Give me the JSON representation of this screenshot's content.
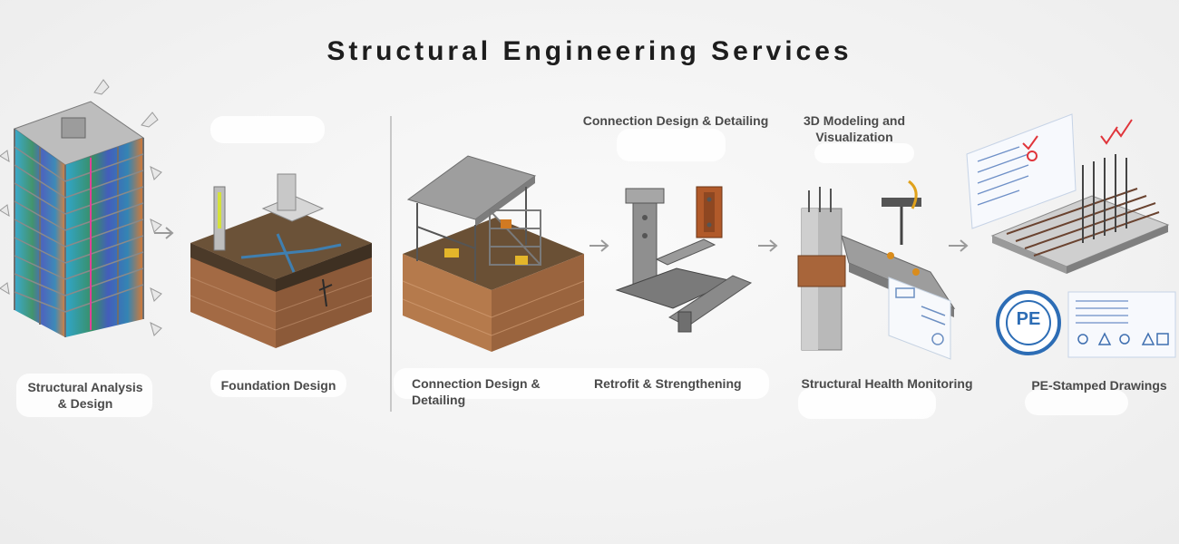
{
  "title": "Structural Engineering Services",
  "steps": [
    {
      "label_lines": [
        "Structural Analysis",
        "& Design"
      ],
      "icon": "building-analysis-icon"
    },
    {
      "label": "Foundation Design",
      "icon": "foundation-soil-icon"
    },
    {
      "label": "Connection Design & Detailing",
      "icon": "industrial-structure-icon"
    },
    {
      "label": "Retrofit & Strengthening",
      "icon": "steel-connection-icon"
    },
    {
      "label": "Structural Health Monitoring",
      "icon": "column-beam-monitoring-icon"
    },
    {
      "label": "PE-Stamped Drawings",
      "icon": "drawings-stamp-icon"
    }
  ],
  "top_labels": {
    "connection": "Connection Design & Detailing",
    "modeling_lines": [
      "3D Modeling and",
      "Visualization"
    ]
  },
  "stamp_text": "PE",
  "arrow_icon": "right-arrow-icon"
}
